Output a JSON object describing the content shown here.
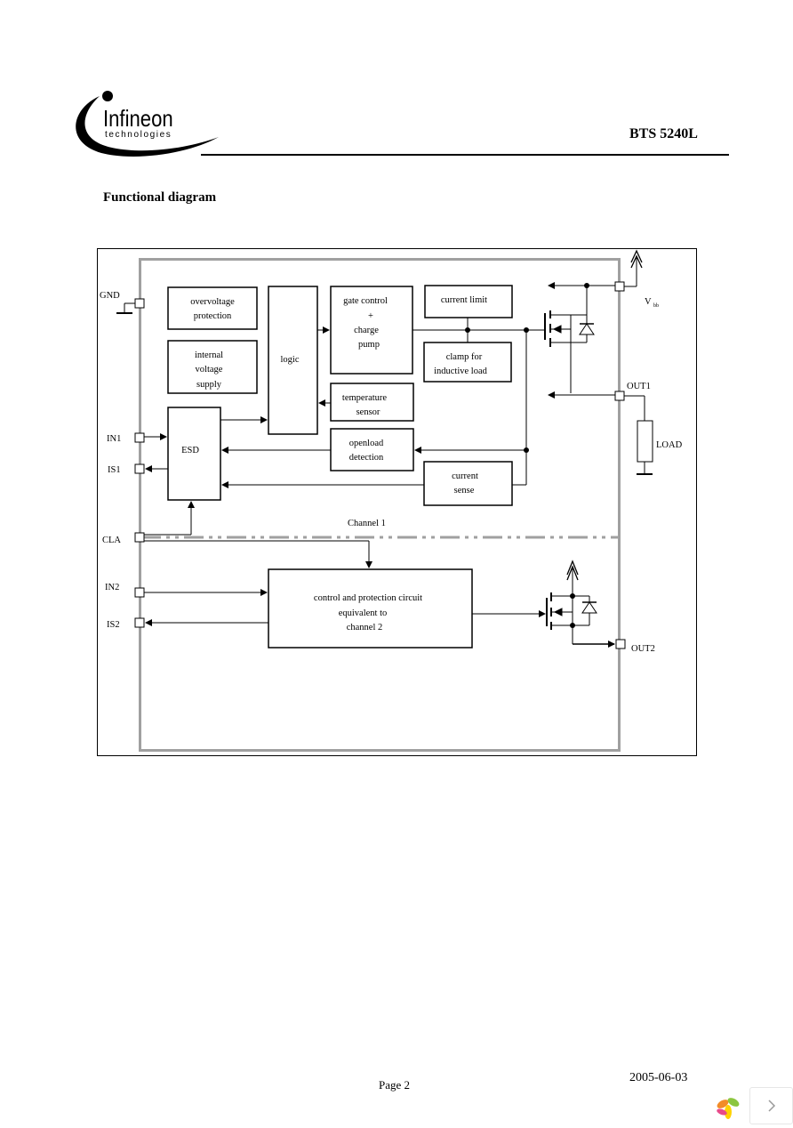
{
  "header": {
    "logo_text": "Infineon",
    "logo_subtext": "technologies",
    "doc_id": "BTS 5240L"
  },
  "section_title": "Functional diagram",
  "diagram": {
    "pins": {
      "gnd": "GND",
      "in1": "IN1",
      "is1": "IS1",
      "cla": "CLA",
      "in2": "IN2",
      "is2": "IS2",
      "out1": "OUT1",
      "out2": "OUT2",
      "vbb": "V",
      "vbb_sub": "bb"
    },
    "blocks": {
      "overvoltage": [
        "overvoltage",
        "protection"
      ],
      "internal_supply": [
        "internal",
        "voltage",
        "supply"
      ],
      "logic": "logic",
      "gate_control": [
        "gate control",
        "+",
        "charge",
        "pump"
      ],
      "current_limit": "current limit",
      "clamp": [
        "clamp for",
        "inductive load"
      ],
      "temperature": [
        "temperature",
        "sensor"
      ],
      "esd": "ESD",
      "openload": [
        "openload",
        "detection"
      ],
      "current_sense": [
        "current",
        "sense"
      ],
      "channel2_block": [
        "control and protection circuit",
        "equivalent to",
        "channel 2"
      ]
    },
    "channel_label": "Channel 1",
    "load_label": "LOAD"
  },
  "footer": {
    "page": "Page 2",
    "date": "2005-06-03"
  },
  "nav": {
    "next_icon": "chevron-right-icon",
    "brand_icon": "flower-logo-icon"
  }
}
